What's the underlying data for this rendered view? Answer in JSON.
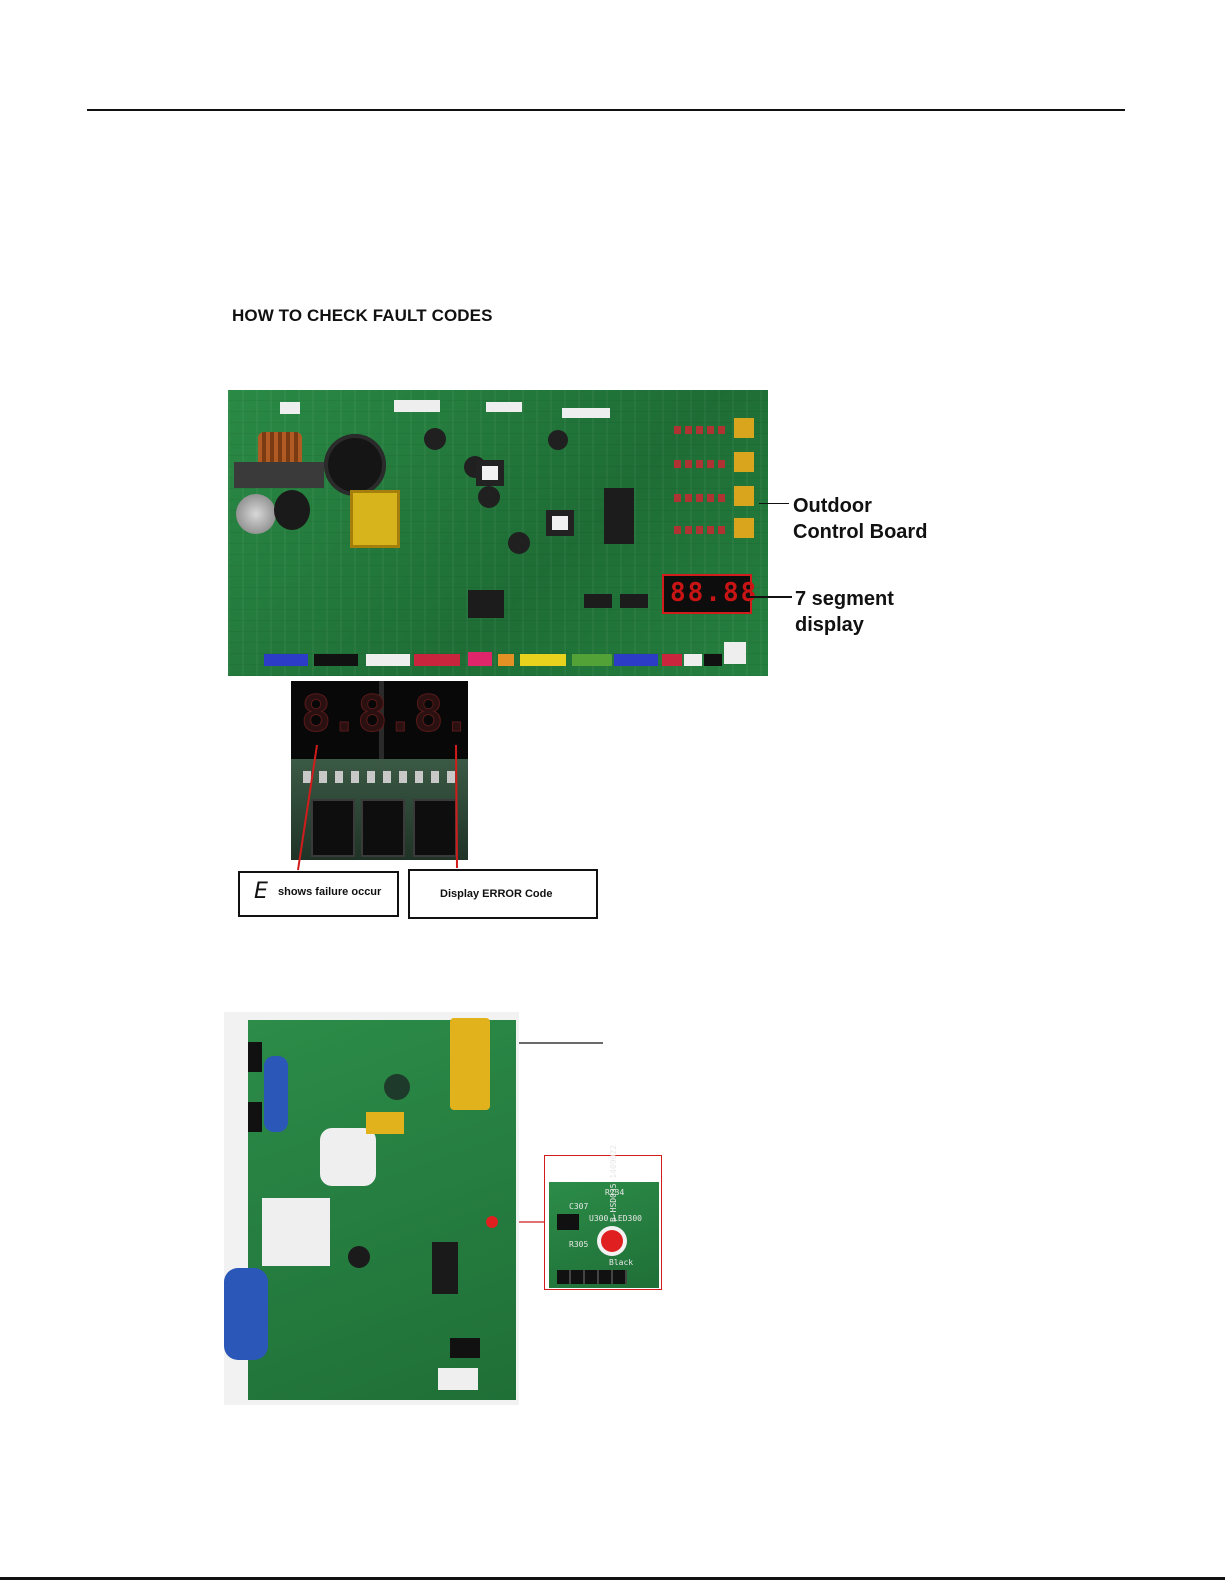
{
  "page": {
    "heading": "HOW TO CHECK FAULT CODES"
  },
  "outdoor_board": {
    "label_line1": "Outdoor",
    "label_line2": "Control Board",
    "display_label_line1": "7 segment",
    "display_label_line2": "display",
    "display_digits": "88.88"
  },
  "zoom_display": {
    "digits": "8.8.8.8.",
    "callout_left_symbol": "E",
    "callout_left_text": "shows failure occur",
    "callout_right_text": "Display ERROR Code"
  },
  "indoor_board": {
    "led_zoom": {
      "marking_1": "R234",
      "marking_2": "C307",
      "marking_3": "U300 LED300",
      "marking_4": "R305",
      "marking_5": "Black",
      "marking_6": "B-HSD035-1409022"
    }
  },
  "colors": {
    "pcb_green": "#1f7a3a",
    "led_red": "#e02020",
    "callout_red": "#d11c1c"
  }
}
